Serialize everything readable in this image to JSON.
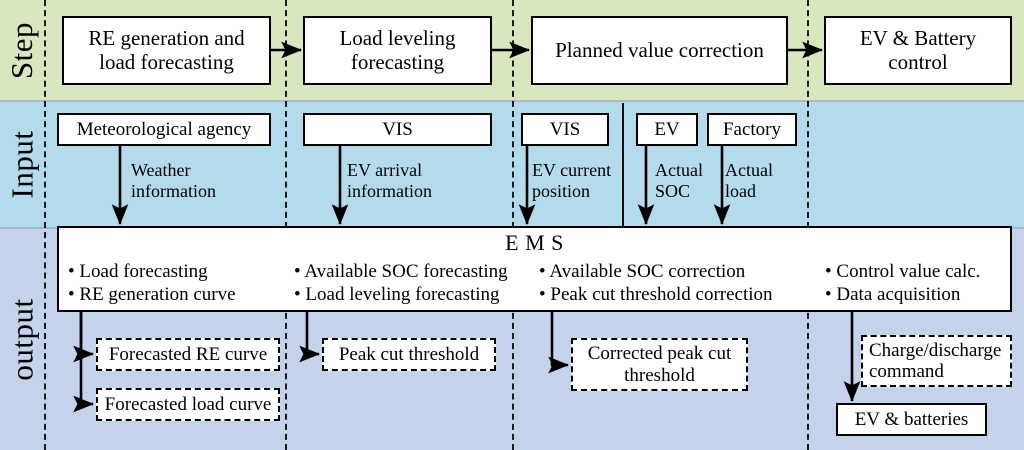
{
  "figure": {
    "type": "flow-diagram",
    "title": "EMS step / input / output flow"
  },
  "rows": {
    "step": {
      "label": "Step",
      "color": "#d8e7bd"
    },
    "input": {
      "label": "Input",
      "color": "#b4dbeb"
    },
    "output": {
      "label": "output",
      "color": "#c4d3ea"
    }
  },
  "steps": [
    {
      "label": "RE generation and load forecasting"
    },
    {
      "label": "Load leveling forecasting"
    },
    {
      "label": "Planned value correction"
    },
    {
      "label": "EV & Battery control"
    }
  ],
  "inputs": [
    {
      "source": "Meteorological agency",
      "flow": "Weather information"
    },
    {
      "source": "VIS",
      "flow": "EV arrival information"
    },
    {
      "source": "VIS",
      "flow": "EV current position"
    },
    {
      "source": "EV",
      "flow": "Actual SOC"
    },
    {
      "source": "Factory",
      "flow": "Actual load"
    }
  ],
  "ems": {
    "title": "E M S",
    "title_letters": [
      "E",
      "M",
      "S"
    ],
    "columns": [
      {
        "items": [
          "• Load forecasting",
          "• RE generation curve"
        ]
      },
      {
        "items": [
          "• Available SOC forecasting",
          "• Load leveling forecasting"
        ]
      },
      {
        "items": [
          "• Available SOC correction",
          "• Peak cut threshold correction"
        ]
      },
      {
        "items": [
          "• Control value calc.",
          "• Data acquisition"
        ]
      }
    ]
  },
  "outputs": [
    {
      "label": "Forecasted RE curve",
      "style": "dashed"
    },
    {
      "label": "Forecasted load curve",
      "style": "dashed"
    },
    {
      "label": "Peak cut threshold",
      "style": "dashed"
    },
    {
      "label": "Corrected peak cut threshold",
      "style": "dashed"
    },
    {
      "label": "Charge/discharge command",
      "style": "dashed"
    },
    {
      "label": "EV & batteries",
      "style": "solid"
    }
  ]
}
